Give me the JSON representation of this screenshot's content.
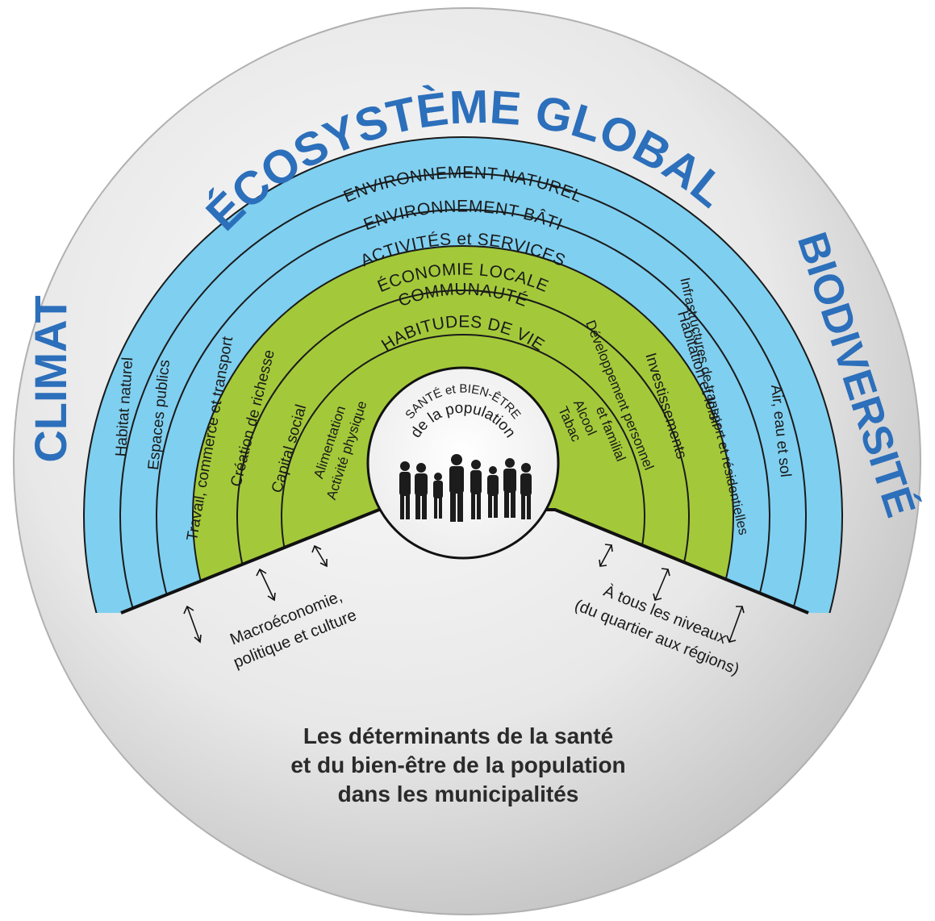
{
  "outer_labels": {
    "top": "ÉCOSYSTÈME GLOBAL",
    "left": "CLIMAT",
    "right": "BIODIVERSITÉ"
  },
  "rings": [
    {
      "label": "ENVIRONNEMENT NATUREL",
      "left": "Habitat naturel",
      "right": "Air, eau et sol"
    },
    {
      "label": "ENVIRONNEMENT BÂTI",
      "left": "Espaces publics",
      "right": "Infrastructures de transport et résidentielles"
    },
    {
      "label": "ACTIVITÉS et SERVICES",
      "left": "Travail, commerce et transport",
      "right": "Habitation et loisir"
    },
    {
      "label": "ÉCONOMIE LOCALE",
      "left": "Création de richesse",
      "right": "Investissements"
    },
    {
      "label": "COMMUNAUTÉ",
      "left": "Capital social",
      "right_line1": "Développement personnel",
      "right_line2": "et familial"
    },
    {
      "label": "HABITUDES DE VIE",
      "left_line1": "Alimentation",
      "left_line2": "Activité physique",
      "right_line1": "Alcool",
      "right_line2": "Tabac"
    }
  ],
  "center": {
    "line1": "SANTÉ et BIEN-ÊTRE",
    "line2": "de la population"
  },
  "footnotes": {
    "left_line1": "Macroéconomie,",
    "left_line2": "politique et culture",
    "right_line1": "À tous les niveaux",
    "right_line2": "(du quartier aux régions)"
  },
  "caption": {
    "line1": "Les déterminants de la santé",
    "line2": "et du bien-être de la population",
    "line3": "dans les municipalités"
  },
  "colors": {
    "blue_band": "#7fcff0",
    "green_band": "#a3c93a",
    "title_blue": "#2c6fbb",
    "disc_light": "#f6f6f6",
    "disc_dark": "#c9c9c9"
  }
}
